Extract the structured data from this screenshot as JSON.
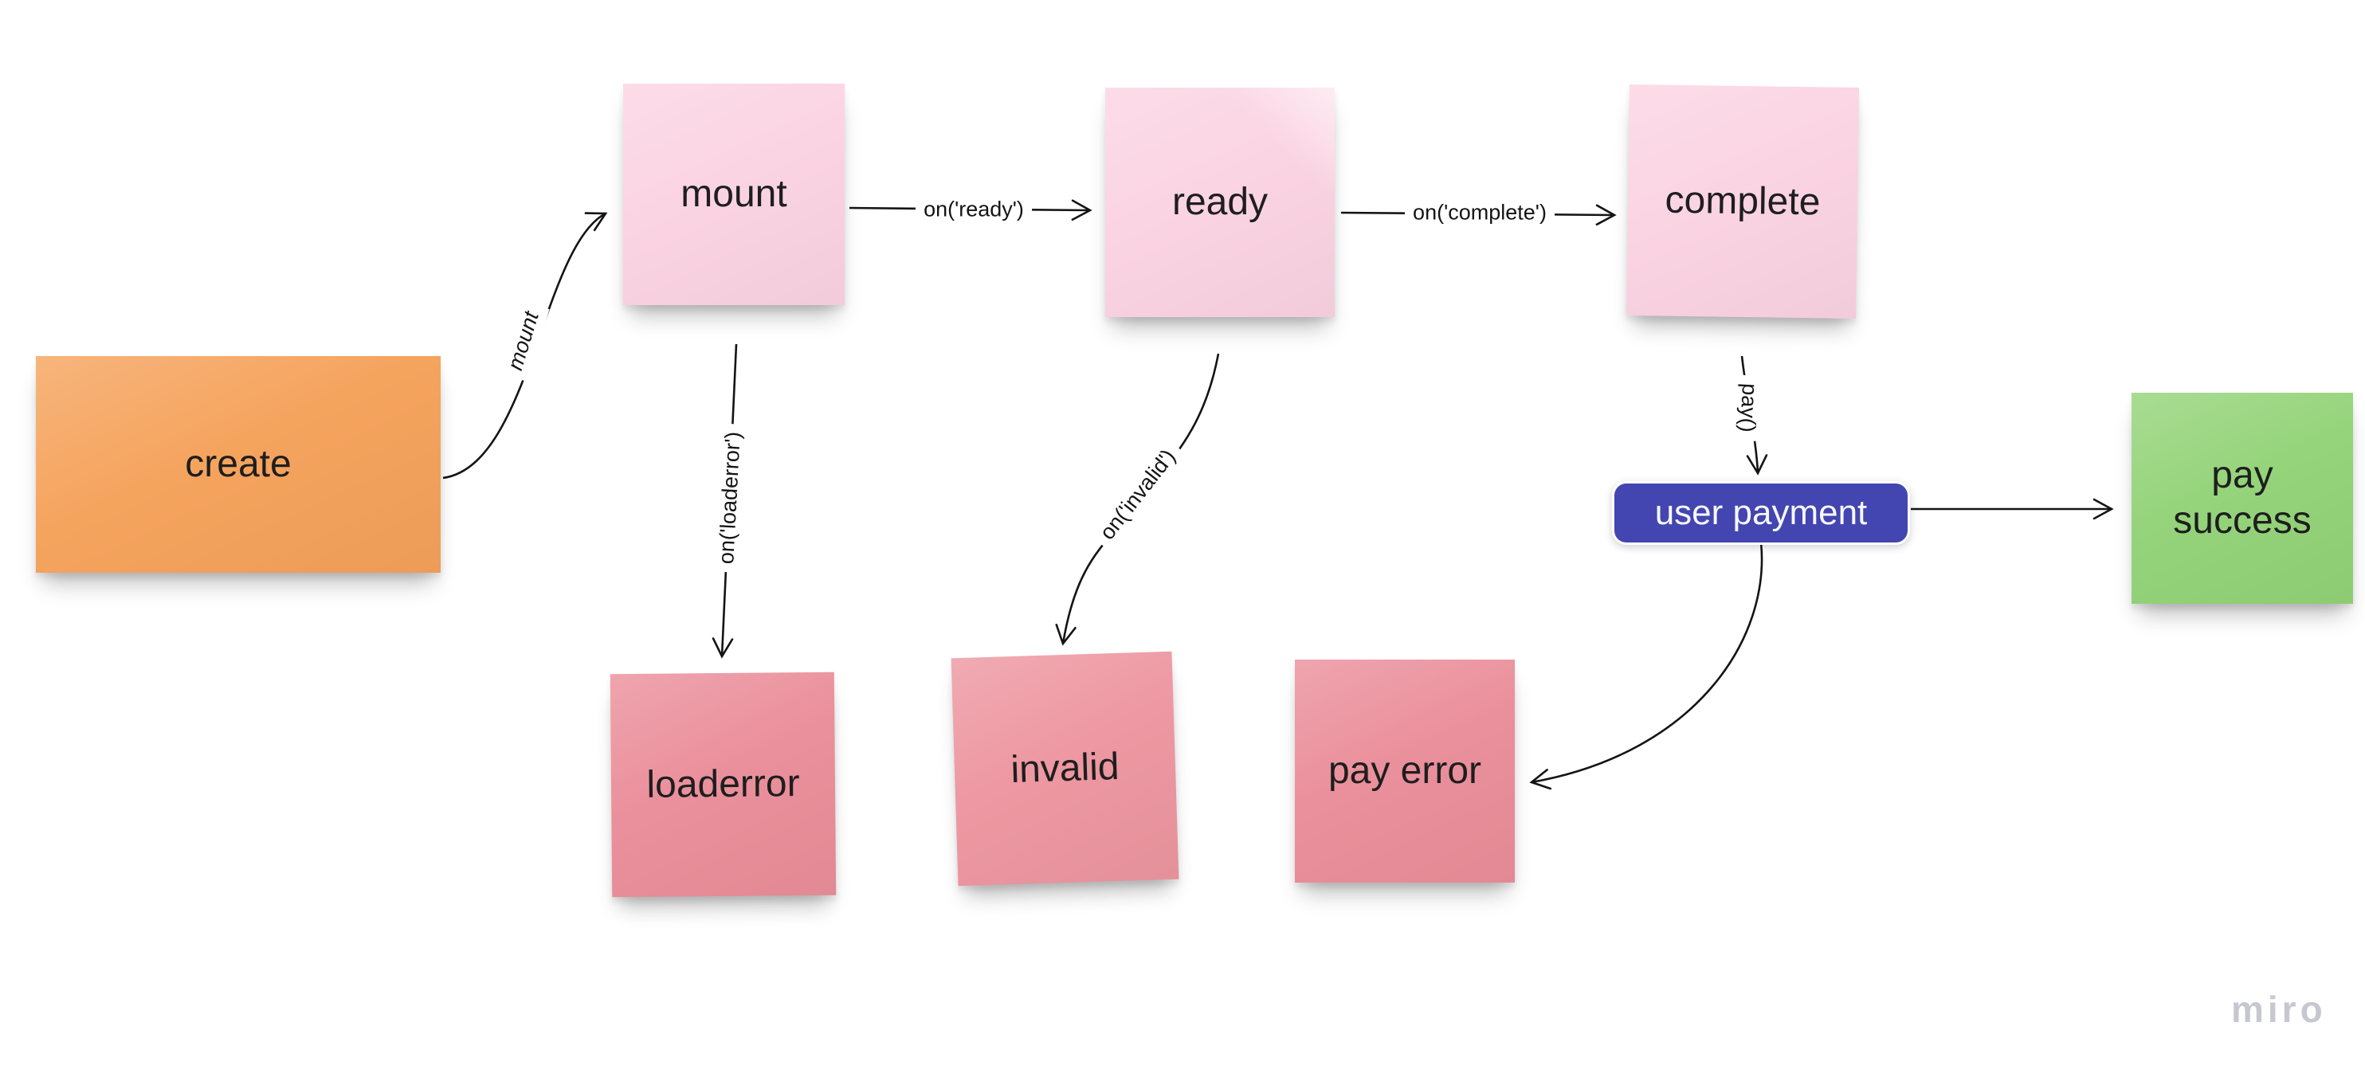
{
  "board": {
    "watermark": "miro",
    "background": "#ffffff"
  },
  "colors": {
    "orange_note": "#f5a25b",
    "pink_note": "#fbd3e2",
    "rose_note": "#ea8e9a",
    "green_note": "#93d378",
    "blue_shape": "#4345b0",
    "connector_line": "#141414",
    "note_text": "#1e1e1e",
    "shape_text": "#f7f7fd",
    "watermark_text": "#c7c7d1"
  },
  "nodes": {
    "create": {
      "label": "create",
      "color": "#f5a25b",
      "kind": "sticky-note"
    },
    "mount": {
      "label": "mount",
      "color": "#fbd3e2",
      "kind": "sticky-note"
    },
    "ready": {
      "label": "ready",
      "color": "#fbd3e2",
      "kind": "sticky-note"
    },
    "complete": {
      "label": "complete",
      "color": "#fbd3e2",
      "kind": "sticky-note"
    },
    "loaderror": {
      "label": "loaderror",
      "color": "#ea8e9a",
      "kind": "sticky-note"
    },
    "invalid": {
      "label": "invalid",
      "color": "#ed96a0",
      "kind": "sticky-note"
    },
    "pay_error": {
      "label": "pay error",
      "color": "#ea8e9a",
      "kind": "sticky-note"
    },
    "pay_success": {
      "label": "pay success",
      "color": "#93d378",
      "kind": "sticky-note"
    },
    "user_payment": {
      "label": "user payment",
      "color": "#4345b0",
      "kind": "rounded-shape"
    }
  },
  "edges": {
    "create_mount": {
      "from": "create",
      "to": "mount",
      "label": "mount"
    },
    "mount_ready": {
      "from": "mount",
      "to": "ready",
      "label": "on('ready')"
    },
    "ready_complete": {
      "from": "ready",
      "to": "complete",
      "label": "on('complete')"
    },
    "mount_loaderror": {
      "from": "mount",
      "to": "loaderror",
      "label": "on('loaderror')"
    },
    "ready_invalid": {
      "from": "ready",
      "to": "invalid",
      "label": "on('invalid')"
    },
    "complete_payment": {
      "from": "complete",
      "to": "user_payment",
      "label": "pay()"
    },
    "payment_success": {
      "from": "user_payment",
      "to": "pay_success",
      "label": ""
    },
    "payment_pay_error": {
      "from": "user_payment",
      "to": "pay_error",
      "label": ""
    }
  }
}
